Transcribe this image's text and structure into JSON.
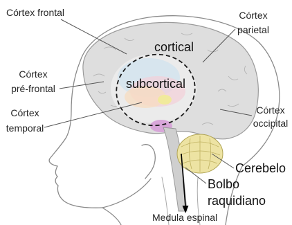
{
  "labels": {
    "frontal": "Córtex frontal",
    "parietal": {
      "line1": "Córtex",
      "line2": "parietal"
    },
    "cortical": "cortical",
    "prefrontal": {
      "line1": "Córtex",
      "line2": "pré-frontal"
    },
    "subcortical": "subcortical",
    "temporal": {
      "line1": "Córtex",
      "line2": "temporal"
    },
    "occipital": {
      "line1": "Córtex",
      "line2": "occipital"
    },
    "cerebelo": "Cerebelo",
    "bolbo": {
      "line1": "Bolbo",
      "line2": "raquidiano"
    },
    "medula": "Medula espinal"
  }
}
